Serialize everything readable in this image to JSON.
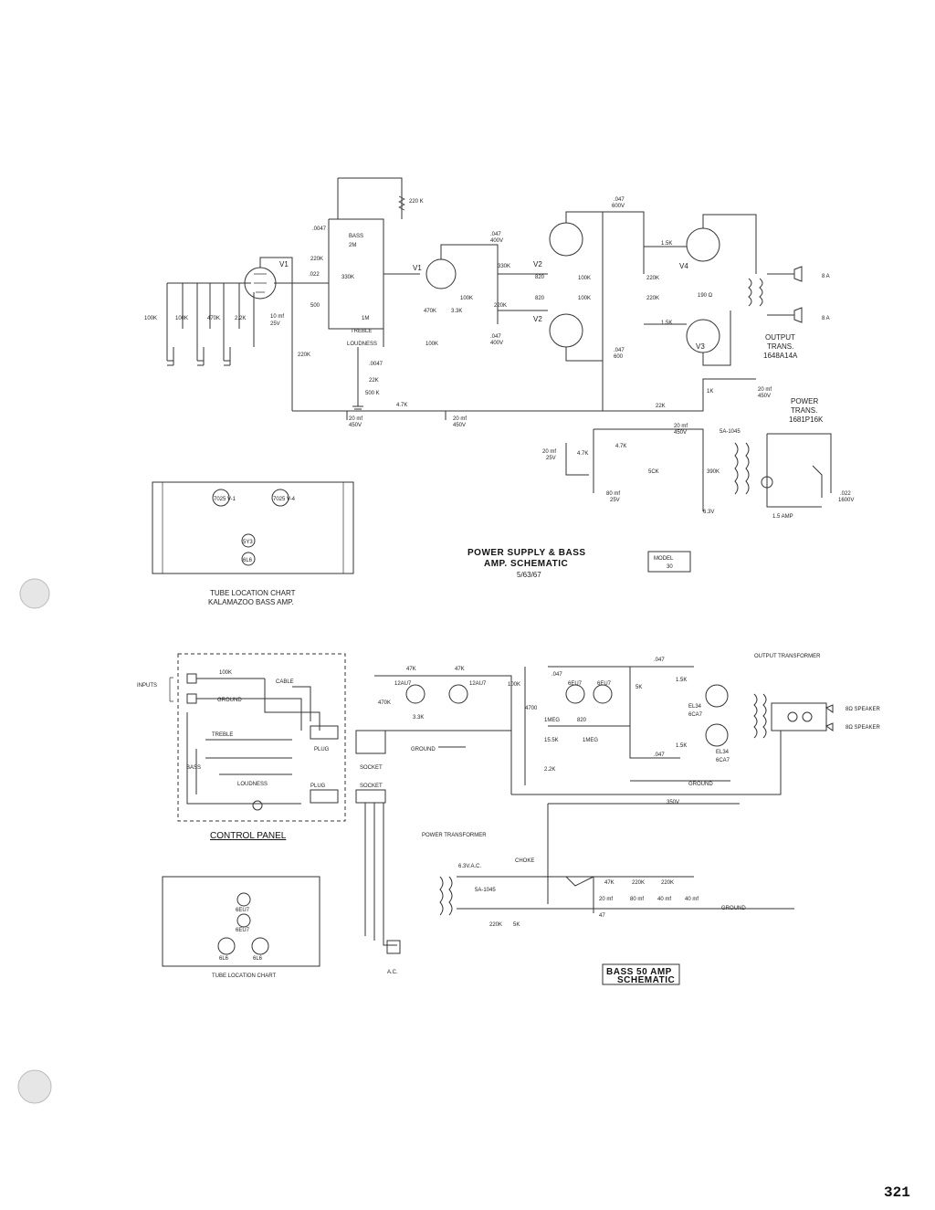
{
  "page_number": "321",
  "top_schematic": {
    "title_line1": "POWER SUPPLY & BASS",
    "title_line2": "AMP. SCHEMATIC",
    "title_line3": "5/63/67",
    "model_label": "MODEL",
    "model_number": "30",
    "tubes": [
      "V1",
      "V1",
      "V2",
      "V2",
      "V4",
      "V3"
    ],
    "components": {
      "r_220k_top": "220 K",
      "c_0047": ".0047",
      "bass": "BASS",
      "bass_2m": "2M",
      "r_220k_a": "220K",
      "c_022": ".022",
      "r_330k": "330K",
      "r_500": "500",
      "treble": "TREBLE",
      "loudness": "LOUDNESS",
      "r_1m": "1M",
      "c_0047b": ".0047",
      "r_22k": "22K",
      "r_500k": "500 K",
      "r_100k_a": "100K",
      "r_100k_b": "100K",
      "r_470k_a": "470K",
      "r_2_2k": "2.2K",
      "c_10mf": "10 mf",
      "v_25": "25V",
      "r_220k_b": "220K",
      "r_4_7k": "4.7K",
      "c_20mf_a": "20 mf",
      "v_450_a": "450V",
      "c_20mf_b": "20 mf",
      "v_450_b": "450V",
      "r_100k_c": "100K",
      "r_470k_b": "470K",
      "r_3_3k": "3.3K",
      "r_100k_d": "100K",
      "c_047_a": ".047",
      "v_400_a": "400V",
      "r_330k_b": "330K",
      "r_220k_c": "220K",
      "r_820_a": "820",
      "r_820_b": "820",
      "r_100k_e": "100K",
      "r_100k_f": "100K",
      "c_047_b": ".047",
      "v_400_b": "400V",
      "c_047_c": ".047",
      "v_600_a": "600V",
      "c_047_d": ".047",
      "v_600_b": "600",
      "r_220k_d": "220K",
      "r_220k_e": "220K",
      "r_1_5k_a": "1.5K",
      "r_1_5k_b": "1.5K",
      "r_190": "190 Ω",
      "r_22k_b": "22K",
      "r_1k": "1K",
      "c_20mf_c": "20 mf",
      "v_450_c": "450V",
      "c_20mf_d": "20 mf",
      "v_450_d": "450V",
      "c_20mf_e": "20 mf",
      "v_25_b": "25V",
      "r_4_7k_b": "4.7K",
      "r_4_7k_c": "4.7K",
      "r_5ck": "5CK",
      "r_390k": "390K",
      "c_80mf": "80 mf",
      "v_25_c": "25V",
      "rect_5a": "5A-1045",
      "v_6_3": "6.3V",
      "fuse": "1.5 AMP",
      "c_022b": ".022",
      "v_1600": "1600V",
      "spk_8a": "8 A",
      "spk_8b": "8 A"
    },
    "output_trans": [
      "OUTPUT",
      "TRANS.",
      "1648A14A"
    ],
    "power_trans": [
      "POWER",
      "TRANS.",
      "1681P16K"
    ]
  },
  "tube_chart_top": {
    "tubes": [
      "7025\nV-1",
      "7025\nV-4",
      "5Y3",
      "6L6"
    ],
    "caption_line1": "TUBE LOCATION CHART",
    "caption_line2": "KALAMAZOO BASS AMP."
  },
  "bottom_schematic": {
    "inputs": "INPUTS",
    "cable": "CABLE",
    "ground": "GROUND",
    "treble": "TREBLE",
    "bass": "BASS",
    "loudness": "LOUDNESS",
    "plug_a": "PLUG",
    "plug_b": "PLUG",
    "control_panel": "CONTROL PANEL",
    "socket_a": "SOCKET",
    "socket_b": "SOCKET",
    "tubes": [
      "12AU7",
      "12AU7",
      "6EU7",
      "6EU7",
      "EL34",
      "EL34",
      "6CA7",
      "6CA7"
    ],
    "output_transformer": "OUTPUT TRANSFORMER",
    "speakers_a": "8Ω SPEAKER",
    "speakers_b": "8Ω SPEAKER",
    "ground_a": "GROUND",
    "ground_b": "GROUND",
    "ground_c": "GROUND",
    "power_transformer": "POWER TRANSFORMER",
    "choke": "CHOKE",
    "v_6_3ac": "6.3V.A.C.",
    "v_350": "350V",
    "ac": "A.C.",
    "values": [
      "47K",
      "47K",
      "470K",
      "3.3K",
      "100K",
      "4700",
      ".047",
      "1MEG",
      "820",
      "1MEG",
      "15.5K",
      "2.2K",
      ".047",
      "5K",
      "1.5K",
      "1.5K",
      ".047",
      "47K",
      "220K",
      "220K",
      "220K",
      "5K",
      "5A-1045",
      "20 mf",
      "80 mf",
      "40 mf",
      "40 mf",
      "47"
    ],
    "title_line1": "BASS 50 AMP",
    "title_line2": "SCHEMATIC"
  },
  "tube_chart_bottom": {
    "tubes": [
      "6EU7",
      "6EU7",
      "6L6",
      "6L6"
    ],
    "caption": "TUBE LOCATION CHART"
  }
}
